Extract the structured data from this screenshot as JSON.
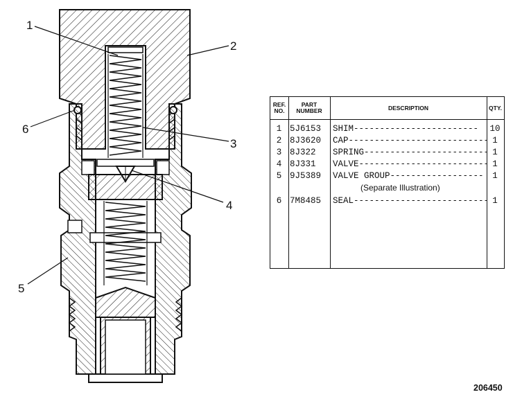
{
  "callouts": [
    "1",
    "2",
    "3",
    "4",
    "5",
    "6"
  ],
  "table": {
    "headers": {
      "ref": [
        "REF.",
        "NO."
      ],
      "part": [
        "PART",
        "NUMBER"
      ],
      "description": "DESCRIPTION",
      "qty": "QTY."
    },
    "rows": [
      {
        "ref": "1",
        "part": "5J6153",
        "desc": "SHIM------------------------",
        "qty": "10"
      },
      {
        "ref": "2",
        "part": "8J3620",
        "desc": "CAP---------------------------",
        "qty": "1"
      },
      {
        "ref": "3",
        "part": "8J322",
        "desc": "SPRING------------------------",
        "qty": "1"
      },
      {
        "ref": "4",
        "part": "8J331",
        "desc": "VALVE-------------------------",
        "qty": "1"
      },
      {
        "ref": "5",
        "part": "9J5389",
        "desc": "VALVE GROUP------------------",
        "qty": "1"
      },
      {
        "ref": "6",
        "part": "7M8485",
        "desc": "SEAL--------------------------",
        "qty": "1"
      }
    ],
    "note": "(Separate Illustration)"
  },
  "figure_number": "206450"
}
